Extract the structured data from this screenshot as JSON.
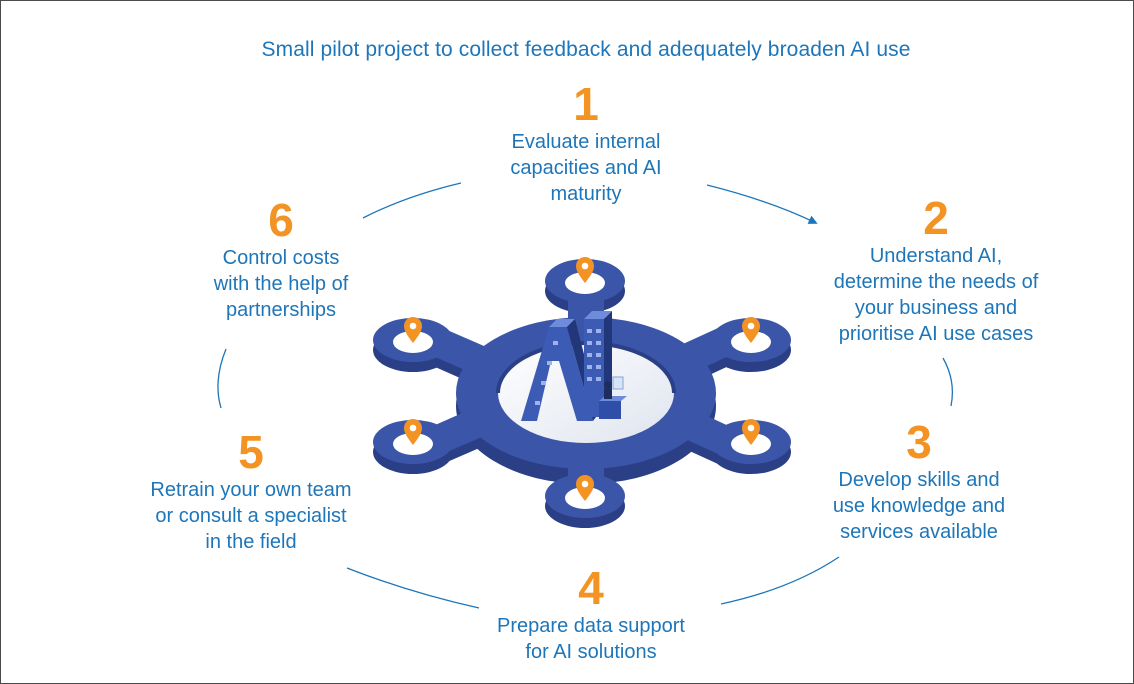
{
  "title": "Small pilot project to collect feedback and adequately broaden AI use",
  "colors": {
    "accent_blue": "#1d76b9",
    "accent_orange": "#f39324",
    "hub_blue": "#3b55a8",
    "hub_dark": "#2b3f86"
  },
  "center_graphic": {
    "label": "AI",
    "icons": [
      "location-pin-icon"
    ]
  },
  "steps": [
    {
      "number": "1",
      "text": "Evaluate internal\ncapacities and AI\nmaturity"
    },
    {
      "number": "2",
      "text": "Understand AI,\ndetermine the needs of\nyour business and\nprioritise AI use cases"
    },
    {
      "number": "3",
      "text": "Develop skills and\nuse knowledge and\nservices available"
    },
    {
      "number": "4",
      "text": "Prepare data support\nfor AI solutions"
    },
    {
      "number": "5",
      "text": "Retrain your own team\nor consult a specialist\nin the field"
    },
    {
      "number": "6",
      "text": "Control costs\nwith the help of\npartnerships"
    }
  ]
}
